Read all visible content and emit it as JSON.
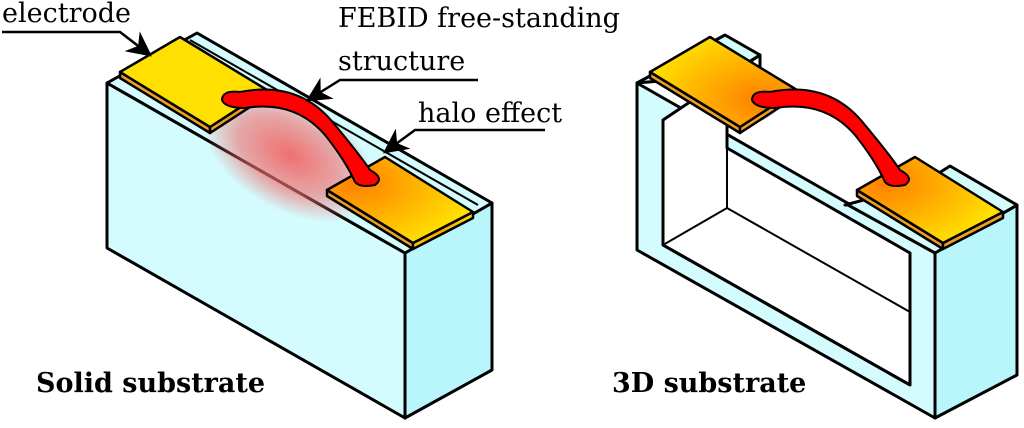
{
  "labels": {
    "electrode": "electrode",
    "febid_line1": "FEBID free-standing",
    "febid_line2": "structure",
    "halo": "halo effect"
  },
  "panels": [
    {
      "caption": "Solid substrate"
    },
    {
      "caption": "3D substrate"
    }
  ],
  "colors": {
    "substrate": "#d4fbfd",
    "substrate_side": "#b8f6fb",
    "electrode": "#ffe000",
    "electrode_edge": "#f0a020",
    "structure": "#ff0000",
    "halo": "#f07070"
  }
}
